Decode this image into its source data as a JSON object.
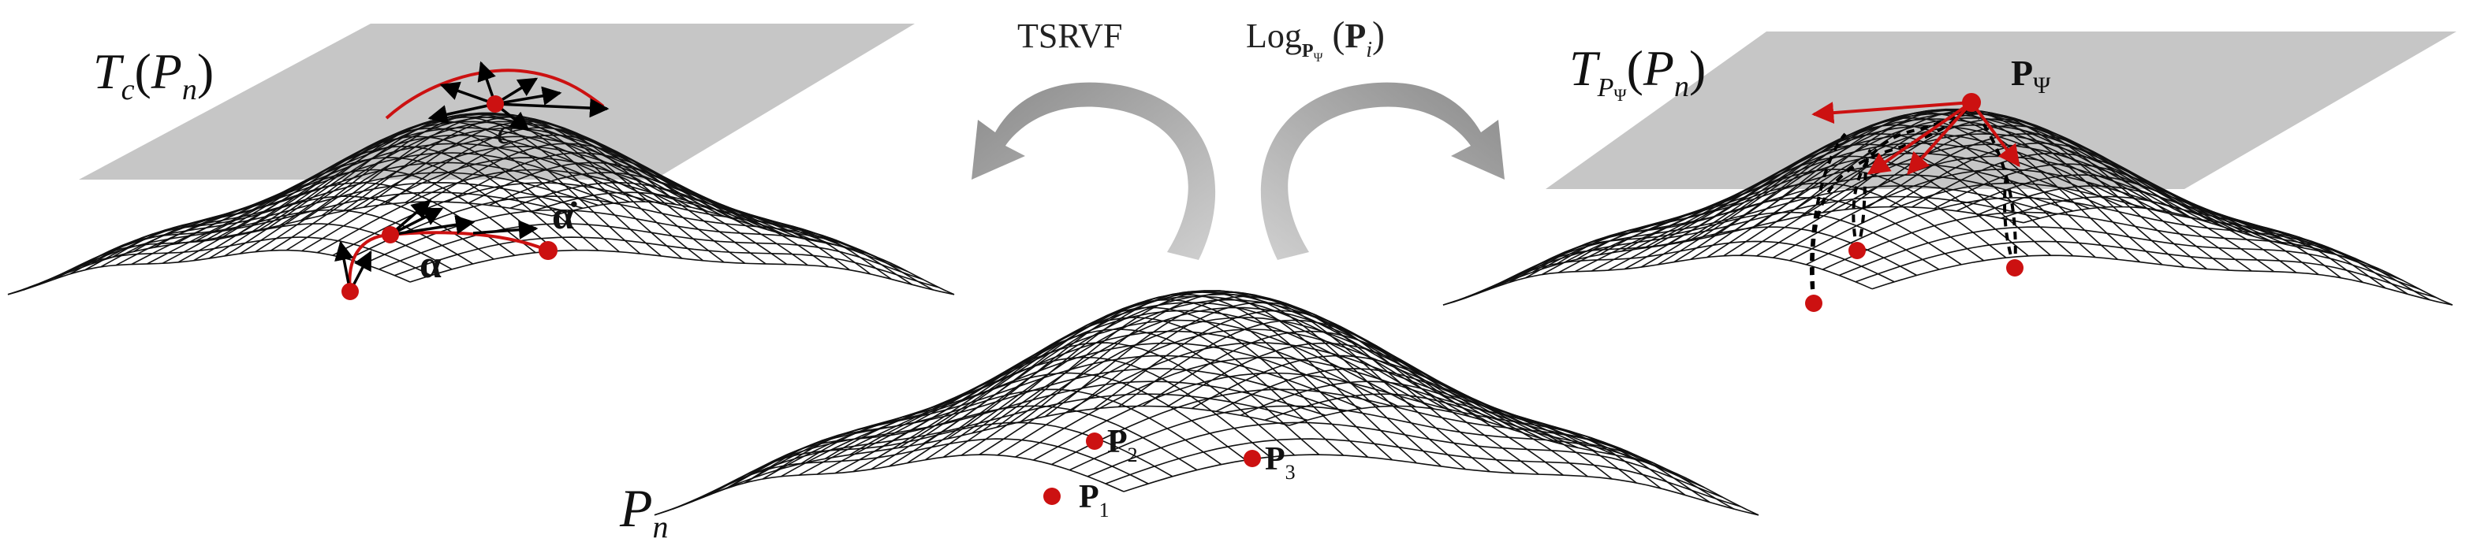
{
  "labels": {
    "tangent_left_T": "T",
    "tangent_left_sub": "c",
    "tangent_left_arg": "P",
    "tangent_left_argsub": "n",
    "point_c": "c",
    "alpha": "α",
    "alpha_dot": "α̇",
    "arrow_left": "TSRVF",
    "arrow_right_log": "Log",
    "arrow_right_sub": "P",
    "arrow_right_subsub": "Ψ",
    "arrow_right_arg": "P",
    "arrow_right_argsub": "i",
    "tangent_right_T": "T",
    "tangent_right_sub": "P",
    "tangent_right_subsub": "Ψ",
    "tangent_right_arg": "P",
    "tangent_right_argsub": "n",
    "p_psi": "P",
    "p_psi_sub": "Ψ",
    "manifold": "P",
    "manifold_sub": "n",
    "p1": "P",
    "p1_sub": "1",
    "p2": "P",
    "p2_sub": "2",
    "p3": "P",
    "p3_sub": "3"
  },
  "colors": {
    "plane": "#c6c6c6",
    "mesh": "#111111",
    "point": "#cc1111",
    "curve": "#cc1111",
    "arrow_gray": "#9a9a9a"
  }
}
